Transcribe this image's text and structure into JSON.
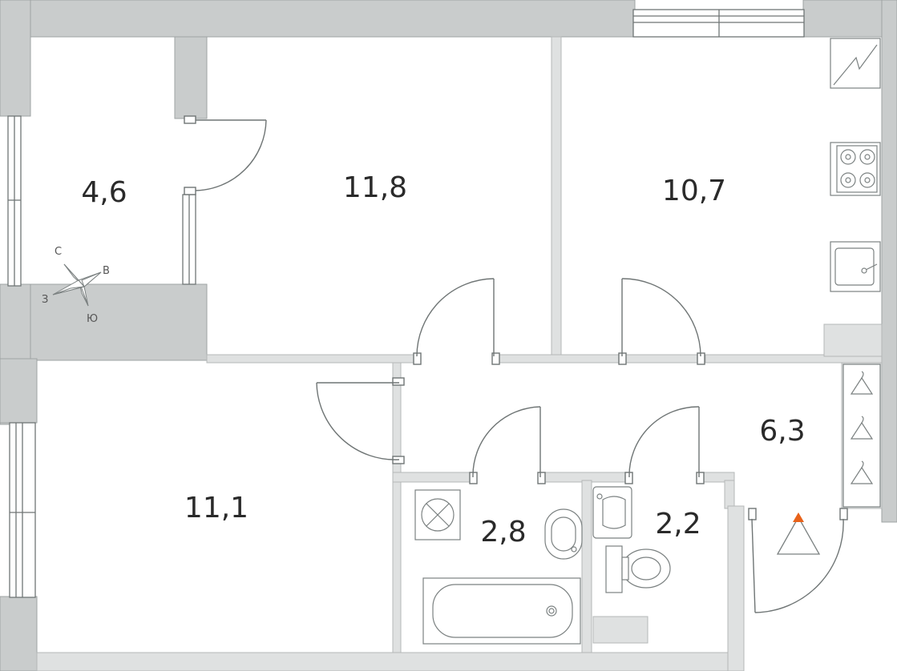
{
  "rooms": [
    {
      "id": "loggia",
      "area": "4,6"
    },
    {
      "id": "room-1",
      "area": "11,8"
    },
    {
      "id": "kitchen",
      "area": "10,7"
    },
    {
      "id": "room-2",
      "area": "11,1"
    },
    {
      "id": "hall",
      "area": "6,3"
    },
    {
      "id": "bathroom",
      "area": "2,8"
    },
    {
      "id": "toilet",
      "area": "2,2"
    }
  ],
  "compass": {
    "north": "С",
    "east": "В",
    "south": "Ю",
    "west": "З"
  },
  "colors": {
    "wall": "#c9cccc",
    "wall_stroke": "#9ea3a3",
    "partition": "#d8dbdb",
    "line": "#6f7575",
    "entrance_marker": "#e8621a"
  },
  "icons": [
    "electric-panel-icon",
    "stove-icon",
    "kitchen-sink-icon",
    "ventilation-icon",
    "bathtub-icon",
    "washbasin-icon",
    "toilet-bowl-icon",
    "coat-hanger-icon",
    "entrance-marker-icon",
    "compass-rose-icon"
  ]
}
